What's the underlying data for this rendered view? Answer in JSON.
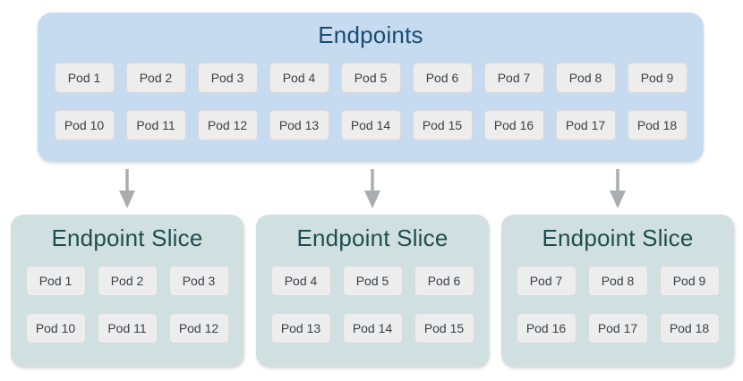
{
  "diagram": {
    "endpoints_box": {
      "title": "Endpoints",
      "pod_rows": [
        [
          "Pod 1",
          "Pod 2",
          "Pod 3",
          "Pod 4",
          "Pod 5",
          "Pod 6",
          "Pod 7",
          "Pod 8",
          "Pod 9"
        ],
        [
          "Pod 10",
          "Pod 11",
          "Pod 12",
          "Pod 13",
          "Pod 14",
          "Pod 15",
          "Pod 16",
          "Pod 17",
          "Pod 18"
        ]
      ]
    },
    "slices": [
      {
        "title": "Endpoint Slice",
        "pod_rows": [
          [
            "Pod 1",
            "Pod 2",
            "Pod 3"
          ],
          [
            "Pod 10",
            "Pod 11",
            "Pod 12"
          ]
        ]
      },
      {
        "title": "Endpoint Slice",
        "pod_rows": [
          [
            "Pod 4",
            "Pod 5",
            "Pod 6"
          ],
          [
            "Pod 13",
            "Pod 14",
            "Pod 15"
          ]
        ]
      },
      {
        "title": "Endpoint Slice",
        "pod_rows": [
          [
            "Pod 7",
            "Pod 8",
            "Pod 9"
          ],
          [
            "Pod 16",
            "Pod 17",
            "Pod 18"
          ]
        ]
      }
    ],
    "arrow_icon": "down-arrow"
  },
  "colors": {
    "endpoints-bg": "#c6dbf0",
    "endpoints-title": "#1a4b73",
    "slice-bg": "#d0e0e0",
    "slice-title": "#1e4e4f",
    "pod-bg": "#ededee",
    "pod-border": "#d8dadc",
    "pod-text": "#3c4043",
    "arrow": "#aaadaf",
    "page-bg": "#ffffff"
  }
}
